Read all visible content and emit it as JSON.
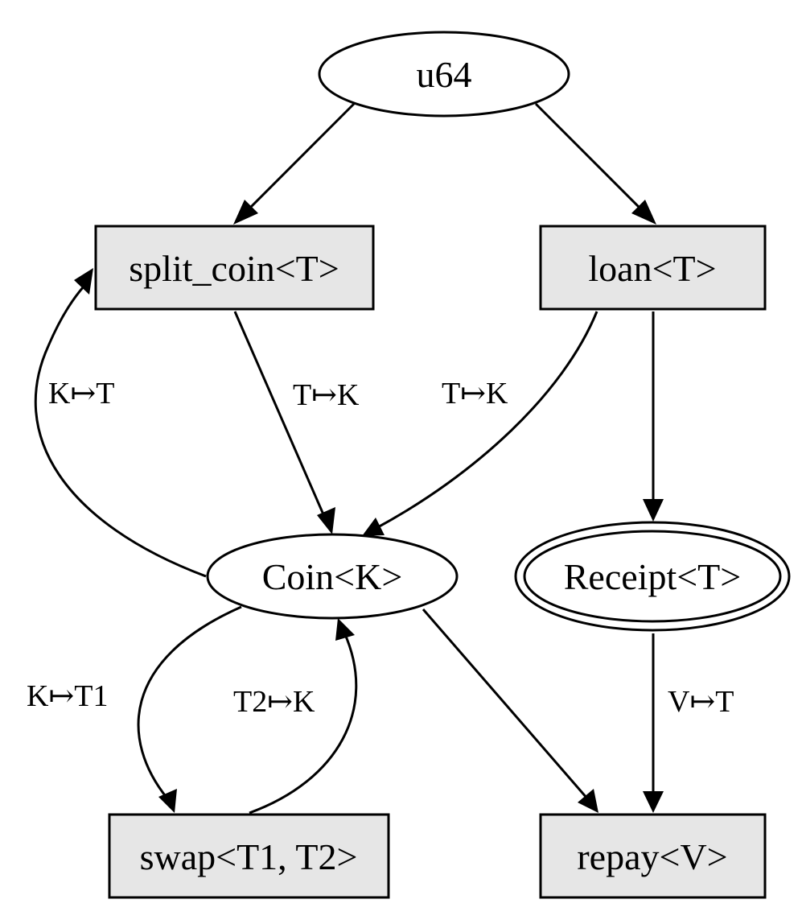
{
  "nodes": {
    "u64": {
      "label": "u64",
      "shape": "ellipse"
    },
    "split_coin": {
      "label": "split_coin<T>",
      "shape": "box"
    },
    "loan": {
      "label": "loan<T>",
      "shape": "box"
    },
    "coin": {
      "label": "Coin<K>",
      "shape": "ellipse"
    },
    "receipt": {
      "label": "Receipt<T>",
      "shape": "double-ellipse"
    },
    "swap": {
      "label": "swap<T1, T2>",
      "shape": "box"
    },
    "repay": {
      "label": "repay<V>",
      "shape": "box"
    }
  },
  "edges": {
    "u64_to_split_coin": {
      "from": "u64",
      "to": "split_coin",
      "label": ""
    },
    "u64_to_loan": {
      "from": "u64",
      "to": "loan",
      "label": ""
    },
    "coin_to_split_coin": {
      "from": "coin",
      "to": "split_coin",
      "label": "K↦T"
    },
    "split_coin_to_coin": {
      "from": "split_coin",
      "to": "coin",
      "label": "T↦K"
    },
    "loan_to_coin": {
      "from": "loan",
      "to": "coin",
      "label": "T↦K"
    },
    "loan_to_receipt": {
      "from": "loan",
      "to": "receipt",
      "label": ""
    },
    "coin_to_swap": {
      "from": "coin",
      "to": "swap",
      "label": "K↦T1"
    },
    "swap_to_coin": {
      "from": "swap",
      "to": "coin",
      "label": "T2↦K"
    },
    "coin_to_repay": {
      "from": "coin",
      "to": "repay",
      "label": ""
    },
    "receipt_to_repay": {
      "from": "receipt",
      "to": "repay",
      "label": "V↦T"
    }
  },
  "colors": {
    "box_fill": "#e6e6e6",
    "stroke": "#000000",
    "background": "#ffffff"
  }
}
